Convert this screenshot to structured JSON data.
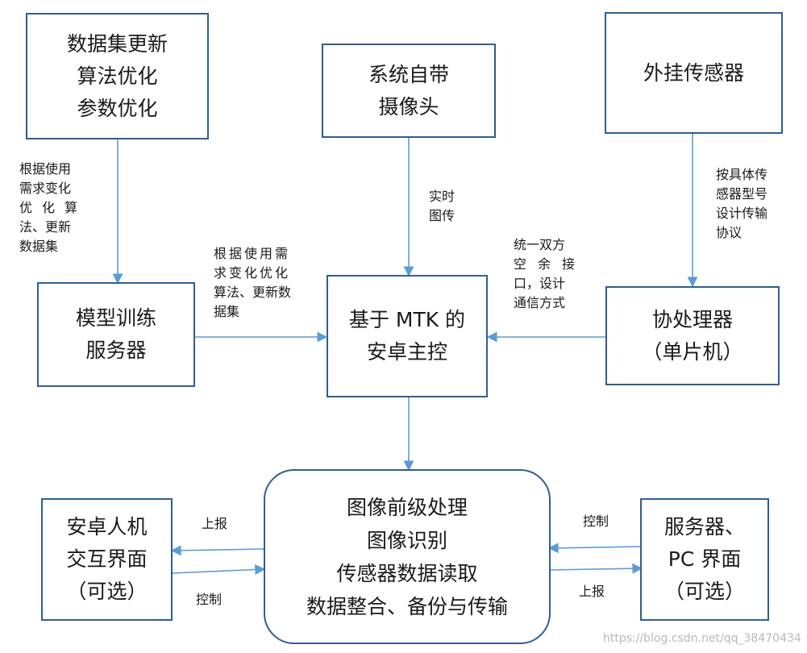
{
  "boxes": {
    "dataset": [
      "数据集更新",
      "算法优化",
      "参数优化"
    ],
    "camera": [
      "系统自带",
      "摄像头"
    ],
    "external_sensor": [
      "外挂传感器"
    ],
    "training_server": [
      "模型训练",
      "服务器"
    ],
    "mtk_master": [
      "基于 MTK 的",
      "安卓主控"
    ],
    "coprocessor": [
      "协处理器",
      "（单片机）"
    ],
    "processing": [
      "图像前级处理",
      "图像识别",
      "传感器数据读取",
      "数据整合、备份与传输"
    ],
    "android_hmi": [
      "安卓人机",
      "交互界面",
      "（可选）"
    ],
    "server_pc": [
      "服务器、",
      "PC 界面",
      "（可选）"
    ]
  },
  "labels": {
    "dataset_to_training": [
      "根据使用",
      "需求变化",
      "优化算",
      "法、更新",
      "数据集"
    ],
    "camera_to_master": [
      "实时",
      "图传"
    ],
    "sensor_to_coproc": [
      "按具体传",
      "感器型号",
      "设计传输",
      "协议"
    ],
    "training_to_master": [
      "根据使用需",
      "求变化优化",
      "算法、更新数",
      "据集"
    ],
    "coproc_to_master": [
      "统一双方",
      "空余接",
      "口，设计",
      "通信方式"
    ],
    "proc_to_hmi": "上报",
    "hmi_to_proc": "控制",
    "server_to_proc": "控制",
    "proc_to_server": "上报"
  },
  "watermark": "https://blog.csdn.net/qq_38470434",
  "colors": {
    "border": "#2f5f8f",
    "arrow": "#5b9bd5"
  }
}
